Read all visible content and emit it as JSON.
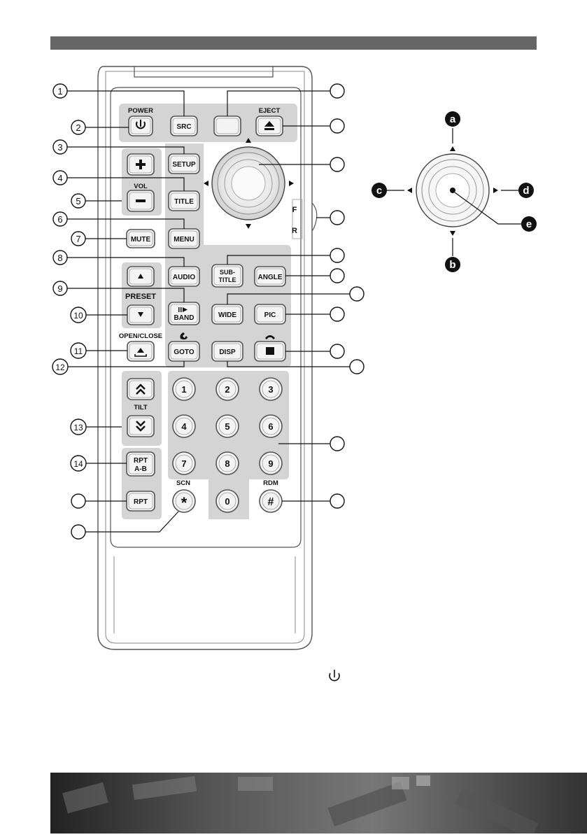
{
  "top_labels": {
    "power": "POWER",
    "eject": "EJECT",
    "vol": "VOL",
    "preset": "PRESET",
    "open_close": "OPEN/CLOSE",
    "tilt": "TILT",
    "scn": "SCN",
    "rdm": "RDM",
    "f": "F",
    "r": "R"
  },
  "buttons": {
    "src": "SRC",
    "setup": "SETUP",
    "title": "TITLE",
    "menu": "MENU",
    "mute": "MUTE",
    "audio": "AUDIO",
    "subtitle_1": "SUB-",
    "subtitle_2": "TITLE",
    "angle": "ANGLE",
    "band": "BAND",
    "wide": "WIDE",
    "pic": "PIC",
    "goto": "GOTO",
    "disp": "DISP",
    "rpt_ab_1": "RPT",
    "rpt_ab_2": "A-B",
    "rpt": "RPT",
    "n1": "1",
    "n2": "2",
    "n3": "3",
    "n4": "4",
    "n5": "5",
    "n6": "6",
    "n7": "7",
    "n8": "8",
    "n9": "9",
    "n0": "0",
    "star": "*",
    "hash": "#"
  },
  "icons": {
    "power": "power-icon",
    "eject": "eject-icon",
    "plus": "plus-icon",
    "minus": "minus-icon",
    "up": "triangle-up-icon",
    "down": "triangle-down-icon",
    "open_close": "open-close-icon",
    "tilt_up": "double-chevron-up-icon",
    "tilt_down": "double-chevron-down-icon",
    "phone_pick": "phone-pickup-icon",
    "phone_hang": "phone-hangup-icon",
    "stop": "stop-square-icon",
    "play_pause": "play-pause-icon"
  },
  "callouts": [
    "1",
    "2",
    "3",
    "4",
    "5",
    "6",
    "7",
    "8",
    "9",
    "10",
    "11",
    "12",
    "13",
    "14"
  ],
  "joystick_labels": [
    "a",
    "b",
    "c",
    "d",
    "e"
  ],
  "colors": {
    "header_bar": "#666666",
    "panel_gray": "#d4d4d4",
    "dark_callout": "#111111"
  }
}
